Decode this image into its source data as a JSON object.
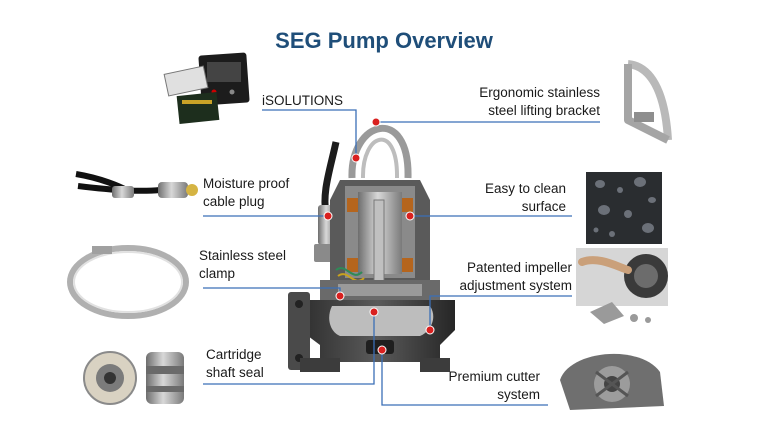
{
  "title": "SEG Pump Overview",
  "labels": {
    "isolutions": [
      "iSOLUTIONS"
    ],
    "bracket": [
      "Ergonomic stainless",
      "steel lifting bracket"
    ],
    "cable": [
      "Moisture proof",
      "cable plug"
    ],
    "surface": [
      "Easy to clean",
      "surface"
    ],
    "clamp": [
      "Stainless steel",
      "clamp"
    ],
    "impeller": [
      "Patented impeller",
      "adjustment system"
    ],
    "seal": [
      "Cartridge",
      "shaft seal"
    ],
    "cutter": [
      "Premium cutter",
      "system"
    ]
  },
  "colors": {
    "title": "#1f4e79",
    "leader_line": "#3b6fb6",
    "marker": "#d9201f"
  },
  "icons": [
    "controller-devices-icon",
    "lifting-bracket-icon",
    "cable-plug-icon",
    "water-droplets-icon",
    "clamp-ring-icon",
    "impeller-adjust-photo-icon",
    "shaft-seal-icon",
    "cutter-icon",
    "pump-cutaway-icon"
  ]
}
